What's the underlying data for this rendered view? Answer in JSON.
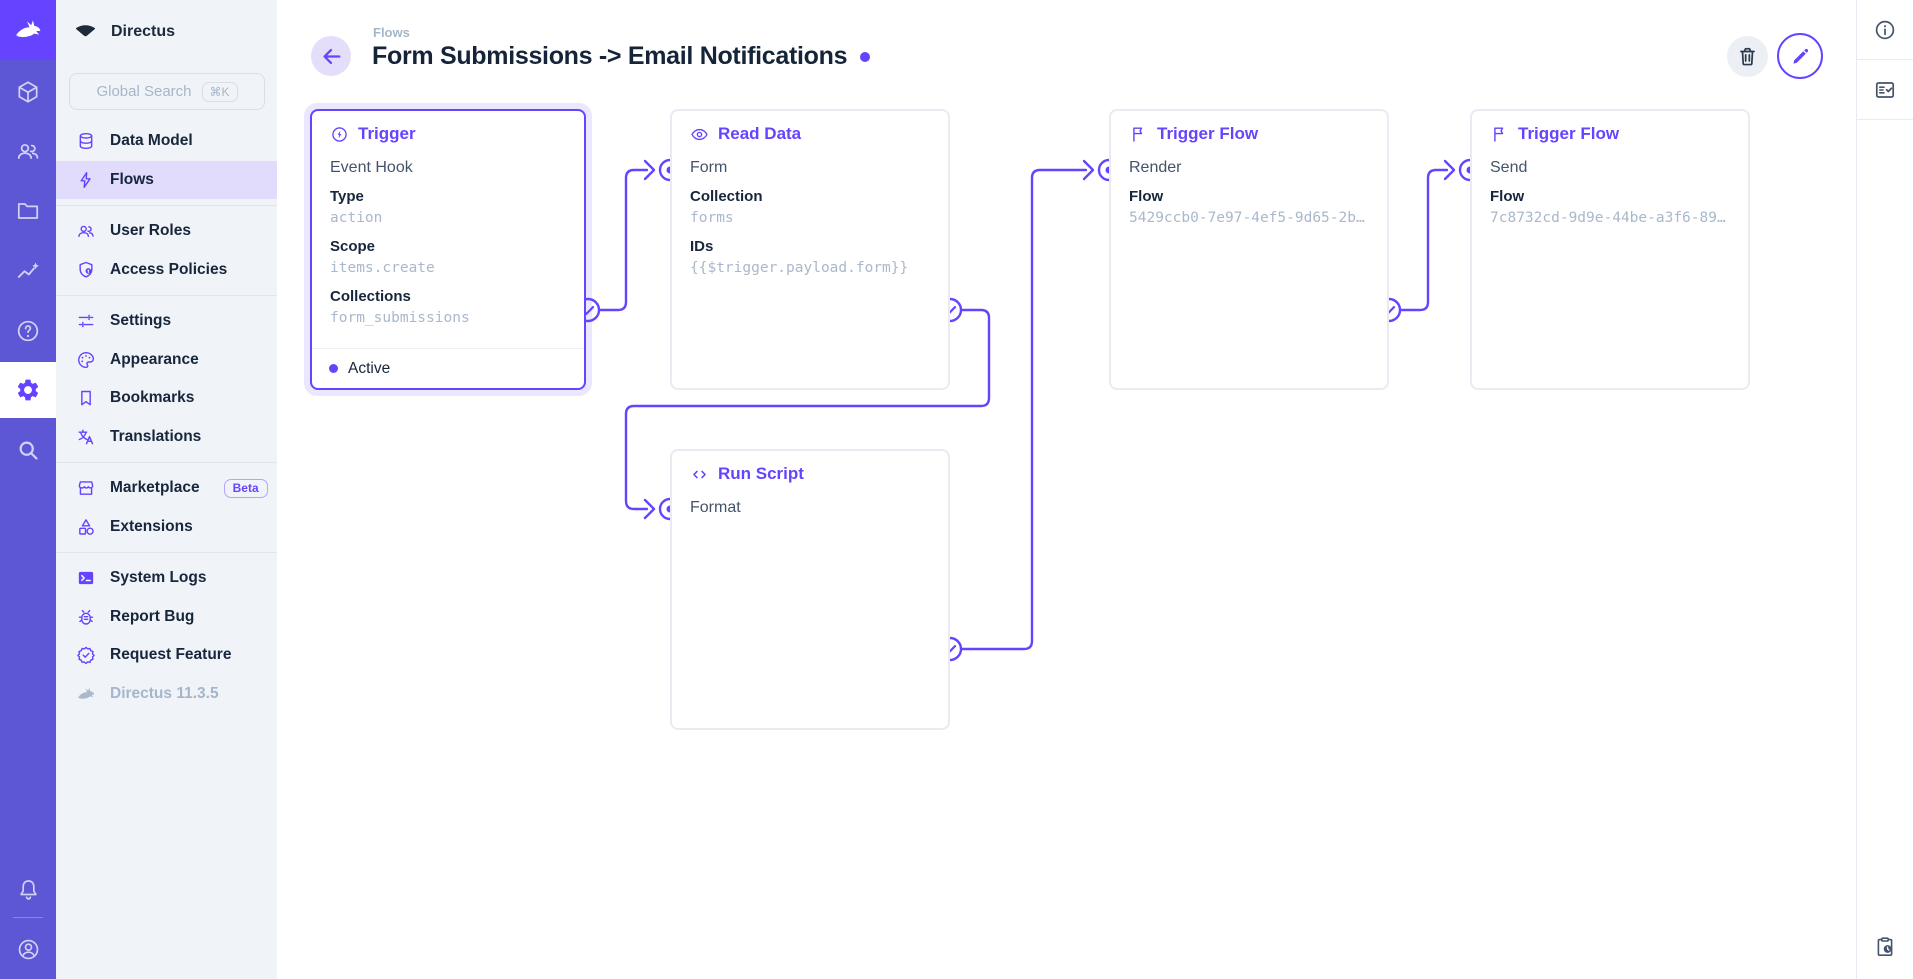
{
  "colors": {
    "accent": "#6644FF",
    "module_bar": "#5E57D5",
    "sidebar_bg": "#F0F4F9",
    "nav_active_bg": "#E1DCFB",
    "text_dark": "#16243A",
    "text_muted": "#A6B6CA"
  },
  "module_bar": {
    "logo_icon": "directus-rabbit",
    "modules": [
      "content",
      "user-directory",
      "file-library",
      "insights",
      "help",
      "settings",
      "global-search"
    ],
    "active_module": "settings",
    "bottom_icons": [
      "notifications",
      "account"
    ]
  },
  "sidebar": {
    "project_name": "Directus",
    "project_icon": "project-wing",
    "search": {
      "placeholder": "Global Search",
      "shortcut": "⌘K"
    },
    "items": [
      {
        "label": "Data Model",
        "icon": "database"
      },
      {
        "label": "Flows",
        "icon": "bolt",
        "active": true
      },
      {
        "label": "User Roles",
        "icon": "people"
      },
      {
        "label": "Access Policies",
        "icon": "shield-lock"
      },
      {
        "label": "Settings",
        "icon": "tune"
      },
      {
        "label": "Appearance",
        "icon": "palette"
      },
      {
        "label": "Bookmarks",
        "icon": "bookmark"
      },
      {
        "label": "Translations",
        "icon": "translate"
      },
      {
        "label": "Marketplace",
        "icon": "storefront",
        "badge": "Beta"
      },
      {
        "label": "Extensions",
        "icon": "category"
      },
      {
        "label": "System Logs",
        "icon": "terminal"
      },
      {
        "label": "Report Bug",
        "icon": "bug"
      },
      {
        "label": "Request Feature",
        "icon": "verified"
      },
      {
        "label": "Directus 11.3.5",
        "icon": "rabbit",
        "muted": true
      }
    ]
  },
  "header": {
    "breadcrumb": "Flows",
    "title": "Form Submissions -> Email Notifications",
    "status_dot_color": "#6644FF",
    "actions": [
      "delete",
      "edit"
    ]
  },
  "flow": {
    "panels": [
      {
        "type_label": "Trigger",
        "icon": "bolt-circle",
        "name": "Event Hook",
        "selected": true,
        "fields": [
          {
            "label": "Type",
            "value": "action"
          },
          {
            "label": "Scope",
            "value": "items.create"
          },
          {
            "label": "Collections",
            "value": "form_submissions"
          }
        ],
        "status": "Active"
      },
      {
        "type_label": "Read Data",
        "icon": "eye",
        "name": "Form",
        "fields": [
          {
            "label": "Collection",
            "value": "forms"
          },
          {
            "label": "IDs",
            "value": "{{$trigger.payload.form}}"
          }
        ]
      },
      {
        "type_label": "Trigger Flow",
        "icon": "flag",
        "name": "Render",
        "fields": [
          {
            "label": "Flow",
            "value": "5429ccb0-7e97-4ef5-9d65-2b…"
          }
        ]
      },
      {
        "type_label": "Trigger Flow",
        "icon": "flag",
        "name": "Send",
        "fields": [
          {
            "label": "Flow",
            "value": "7c8732cd-9d9e-44be-a3f6-89…"
          }
        ]
      },
      {
        "type_label": "Run Script",
        "icon": "code",
        "name": "Format",
        "fields": []
      }
    ],
    "connections": [
      {
        "from": "Trigger",
        "to": "Read Data"
      },
      {
        "from": "Read Data",
        "to": "Run Script"
      },
      {
        "from": "Run Script",
        "to": "Trigger Flow (Render)"
      },
      {
        "from": "Trigger Flow (Render)",
        "to": "Trigger Flow (Send)"
      }
    ]
  },
  "right_sidebar": {
    "top_icons": [
      "info",
      "fact-check"
    ],
    "bottom_icons": [
      "clipboard-clock"
    ]
  }
}
